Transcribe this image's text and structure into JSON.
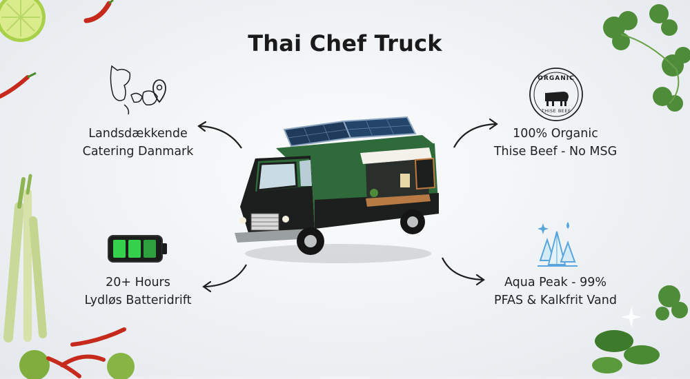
{
  "title": "Thai Chef Truck",
  "features": [
    {
      "line1": "Landsdækkende",
      "line2": "Catering Danmark",
      "icon": "denmark-map-pin-icon"
    },
    {
      "line1": "100% Organic",
      "line2": "Thise Beef - No MSG",
      "icon": "organic-beef-badge-icon"
    },
    {
      "line1": "20+ Hours",
      "line2": "Lydløs Batteridrift",
      "icon": "battery-icon"
    },
    {
      "line1": "Aqua Peak - 99%",
      "line2": "PFAS & Kalkfrit Vand",
      "icon": "water-crystal-icon"
    }
  ],
  "badge": {
    "top": "ORGANIC",
    "bottom": "THISE BEEF"
  },
  "colors": {
    "truck_green": "#2f6b3a",
    "truck_dark": "#1c1f1d",
    "battery_green": "#35d14a",
    "crystal_blue": "#5aa6dc"
  }
}
